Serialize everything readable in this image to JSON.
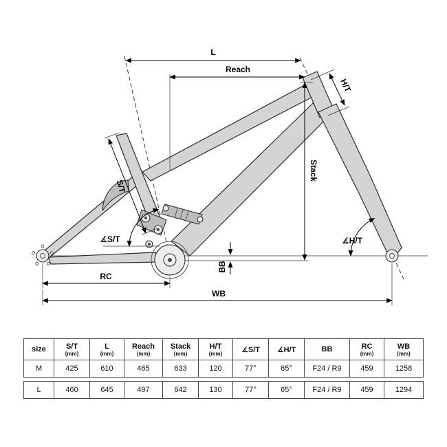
{
  "diagram": {
    "labels": {
      "l": "L",
      "reach": "Reach",
      "ht": "H/T",
      "stack": "Stack",
      "st": "S/T",
      "angle_st": "∡S/T",
      "angle_ht": "∡H/T",
      "bb": "BB",
      "rc": "RC",
      "wb": "WB"
    }
  },
  "table": {
    "headers": [
      {
        "label": "size",
        "unit": ""
      },
      {
        "label": "S/T",
        "unit": "(mm)"
      },
      {
        "label": "L",
        "unit": "(mm)"
      },
      {
        "label": "Reach",
        "unit": "(mm)"
      },
      {
        "label": "Stack",
        "unit": "(mm)"
      },
      {
        "label": "H/T",
        "unit": "(mm)"
      },
      {
        "label": "∡S/T",
        "unit": ""
      },
      {
        "label": "∡H/T",
        "unit": ""
      },
      {
        "label": "BB",
        "unit": ""
      },
      {
        "label": "RC",
        "unit": "(mm)"
      },
      {
        "label": "WB",
        "unit": "(mm)"
      }
    ],
    "rows": [
      {
        "size": "M",
        "cells": [
          "425",
          "610",
          "465",
          "633",
          "120",
          "77°",
          "65°",
          "F24 / R9",
          "459",
          "1258"
        ]
      },
      {
        "size": "L",
        "cells": [
          "460",
          "645",
          "497",
          "642",
          "130",
          "77°",
          "65°",
          "F24 / R9",
          "459",
          "1294"
        ]
      }
    ]
  },
  "colors": {
    "frame_fill": "#d4d4d4",
    "line": "#000000",
    "table_border": "#4a4a4a"
  }
}
